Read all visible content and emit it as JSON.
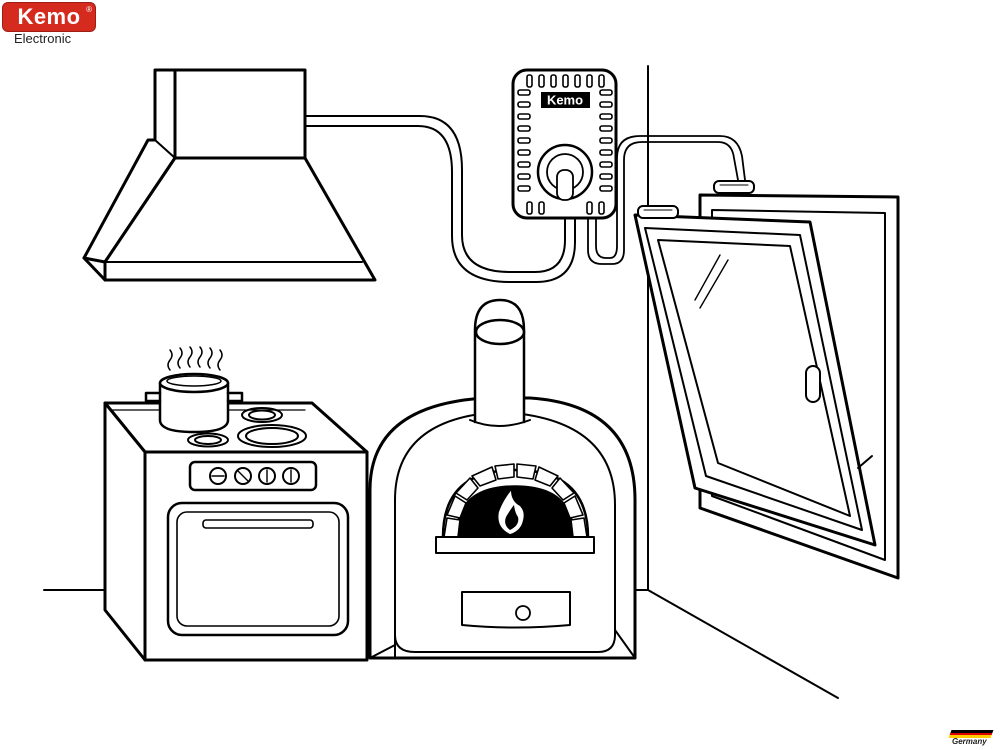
{
  "brand": {
    "logo_word": "Kemo",
    "registered_mark": "®",
    "subtitle": "Electronic",
    "logo_color": "#d52b1e"
  },
  "controller": {
    "label": "Kemo"
  },
  "footer": {
    "country": "Germany",
    "flag_colors": [
      "#000000",
      "#dd0000",
      "#ffce00"
    ]
  },
  "palette": {
    "line": "#000000",
    "fill": "#ffffff",
    "accent": "#d52b1e"
  },
  "icons": [
    "range-hood-icon",
    "pot-icon",
    "stove-icon",
    "pizza-oven-icon",
    "flame-icon",
    "window-icon",
    "controller-icon",
    "sensor-icon"
  ]
}
